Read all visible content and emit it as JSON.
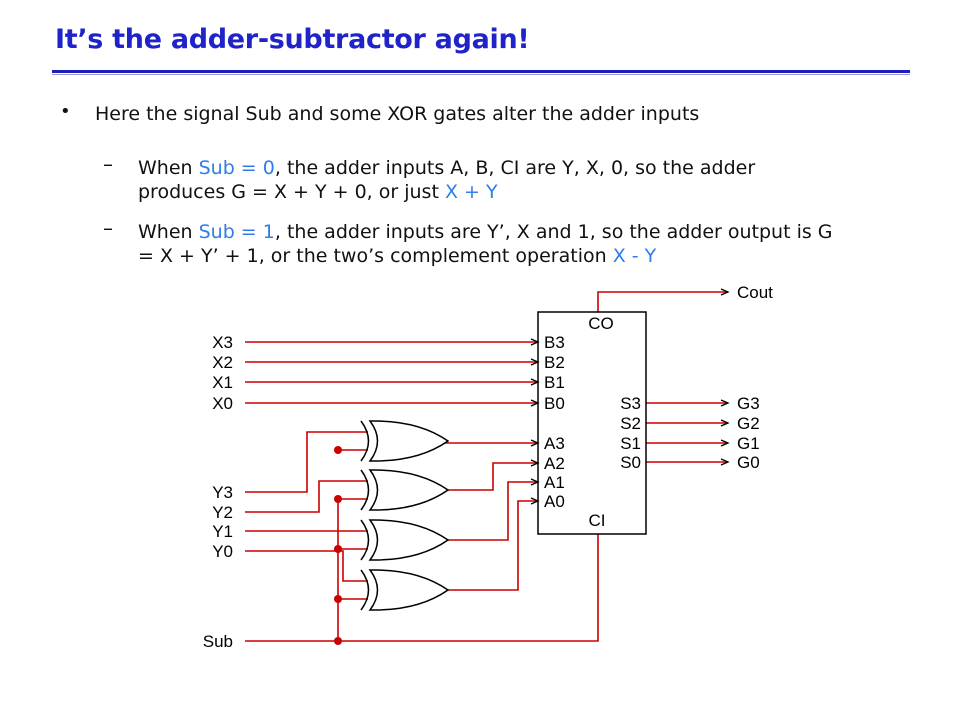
{
  "slide": {
    "title": "It’s the adder-subtractor again!",
    "bullet_text": "Here the signal Sub and some XOR gates alter the adder inputs",
    "sub1": {
      "before": "When ",
      "hl1": "Sub = 0",
      "mid": ", the adder inputs A, B, CI are Y, X, 0, so the adder",
      "line2_before": "produces G = X + Y + 0, or just ",
      "hl2": "X + Y"
    },
    "sub2": {
      "before": "When ",
      "hl1": "Sub = 1",
      "mid": ", the adder inputs are Y’, X and 1, so the adder output is  G",
      "line2_before": "= X + Y’ + 1, or the two’s complement operation ",
      "hl2": "X - Y"
    }
  },
  "colors": {
    "title": "#1f23c9",
    "highlight": "#2f7ee8",
    "wire": "#cc0000",
    "gate": "#000000"
  },
  "circuit": {
    "x_inputs": [
      "X3",
      "X2",
      "X1",
      "X0"
    ],
    "y_inputs": [
      "Y3",
      "Y2",
      "Y1",
      "Y0"
    ],
    "sub_label": "Sub",
    "adder_b_pins": [
      "B3",
      "B2",
      "B1",
      "B0"
    ],
    "adder_a_pins": [
      "A3",
      "A2",
      "A1",
      "A0"
    ],
    "adder_s_pins": [
      "S3",
      "S2",
      "S1",
      "S0"
    ],
    "adder_co": "CO",
    "adder_ci": "CI",
    "outputs": [
      "G3",
      "G2",
      "G1",
      "G0"
    ],
    "cout_label": "Cout"
  }
}
